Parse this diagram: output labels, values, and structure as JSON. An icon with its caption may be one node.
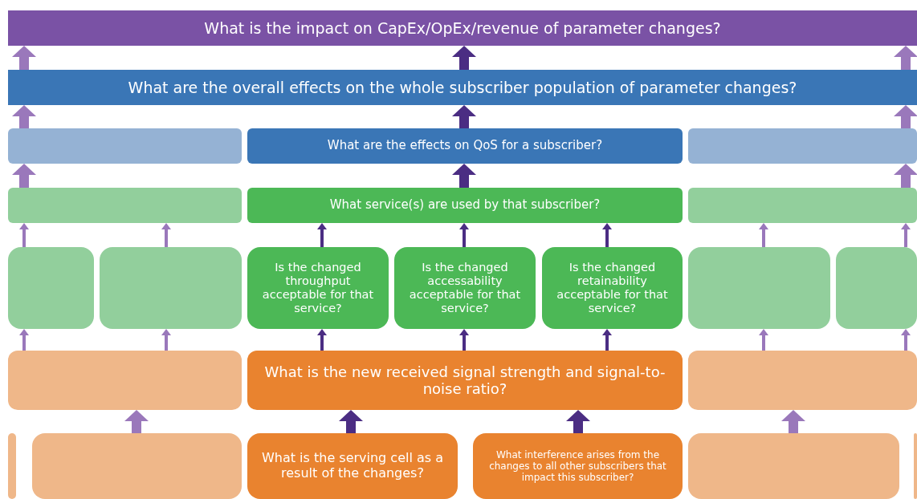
{
  "diagram": {
    "nodes": [
      {
        "text": [
          "What is the impact on CapEx/OpEx/revenue of parameter changes?"
        ]
      },
      {
        "text": [
          "What are the overall effects on the whole subscriber population of parameter changes?"
        ]
      },
      {
        "text": [],
        "shape": "box"
      },
      {
        "text": [
          "What are the effects on QoS for a subscriber?"
        ]
      },
      {
        "text": [],
        "shape": "box"
      },
      {
        "text": [],
        "shape": "box"
      },
      {
        "text": [
          "What service(s) are used by that subscriber?"
        ]
      },
      {
        "text": [],
        "shape": "box"
      },
      {
        "text": [],
        "shape": "box"
      },
      {
        "text": [],
        "shape": "box"
      },
      {
        "text": [
          "Is the changed throughput acceptable for that service?"
        ]
      },
      {
        "text": [
          "Is the changed accessability acceptable for that service?"
        ]
      },
      {
        "text": [
          "Is the changed retainability acceptable for that service?"
        ]
      },
      {
        "text": [],
        "shape": "box"
      },
      {
        "text": [],
        "shape": "box"
      },
      {
        "text": [],
        "shape": "box"
      },
      {
        "text": [
          "What is the new received signal strength and signal-to-noise ratio?"
        ]
      },
      {
        "text": [],
        "shape": "box"
      },
      {
        "text": [],
        "shape": "box"
      },
      {
        "text": [],
        "shape": "box"
      },
      {
        "text": [
          "What is the serving cell as a result of the changes?"
        ]
      },
      {
        "text": [
          "What interference arises from the changes to all other subscribers that impact this subscriber?"
        ]
      },
      {
        "text": [],
        "shape": "box"
      },
      {
        "text": [],
        "shape": "box"
      }
    ],
    "edges": [
      {
        "from": 1,
        "to": 0,
        "arrow": "to",
        "style": "thick"
      },
      {
        "from": 1,
        "to": 0,
        "arrow": "to",
        "style": "thick",
        "color": "#4b2d83"
      },
      {
        "from": 1,
        "to": 0,
        "arrow": "to",
        "style": "thick"
      },
      {
        "from": 2,
        "to": 1,
        "arrow": "to",
        "style": "thick"
      },
      {
        "from": 3,
        "to": 1,
        "arrow": "to",
        "style": "thick",
        "color": "#4b2d83"
      },
      {
        "from": 4,
        "to": 1,
        "arrow": "to",
        "style": "thick"
      },
      {
        "from": 5,
        "to": 2,
        "arrow": "to",
        "style": "thick"
      },
      {
        "from": 6,
        "to": 3,
        "arrow": "to",
        "style": "thick",
        "color": "#4b2d83"
      },
      {
        "from": 7,
        "to": 4,
        "arrow": "to",
        "style": "thick"
      },
      {
        "from": 8,
        "to": 5,
        "arrow": "to"
      },
      {
        "from": 9,
        "to": 5,
        "arrow": "to"
      },
      {
        "from": 10,
        "to": 6,
        "arrow": "to",
        "color": "#4b2d83"
      },
      {
        "from": 11,
        "to": 6,
        "arrow": "to",
        "color": "#4b2d83"
      },
      {
        "from": 12,
        "to": 6,
        "arrow": "to",
        "color": "#4b2d83"
      },
      {
        "from": 13,
        "to": 7,
        "arrow": "to"
      },
      {
        "from": 14,
        "to": 7,
        "arrow": "to"
      },
      {
        "from": 15,
        "to": 8,
        "arrow": "to"
      },
      {
        "from": 15,
        "to": 9,
        "arrow": "to"
      },
      {
        "from": 16,
        "to": 10,
        "arrow": "to",
        "color": "#4b2d83"
      },
      {
        "from": 16,
        "to": 11,
        "arrow": "to",
        "color": "#4b2d83"
      },
      {
        "from": 16,
        "to": 12,
        "arrow": "to",
        "color": "#4b2d83"
      },
      {
        "from": 17,
        "to": 13,
        "arrow": "to"
      },
      {
        "from": 17,
        "to": 14,
        "arrow": "to"
      },
      {
        "from": 19,
        "to": 15,
        "arrow": "to",
        "style": "thick"
      },
      {
        "from": 20,
        "to": 16,
        "arrow": "to",
        "style": "thick",
        "color": "#4b2d83"
      },
      {
        "from": 21,
        "to": 16,
        "arrow": "to",
        "style": "thick",
        "color": "#4b2d83"
      },
      {
        "from": 22,
        "to": 17,
        "arrow": "to",
        "style": "thick"
      }
    ]
  }
}
